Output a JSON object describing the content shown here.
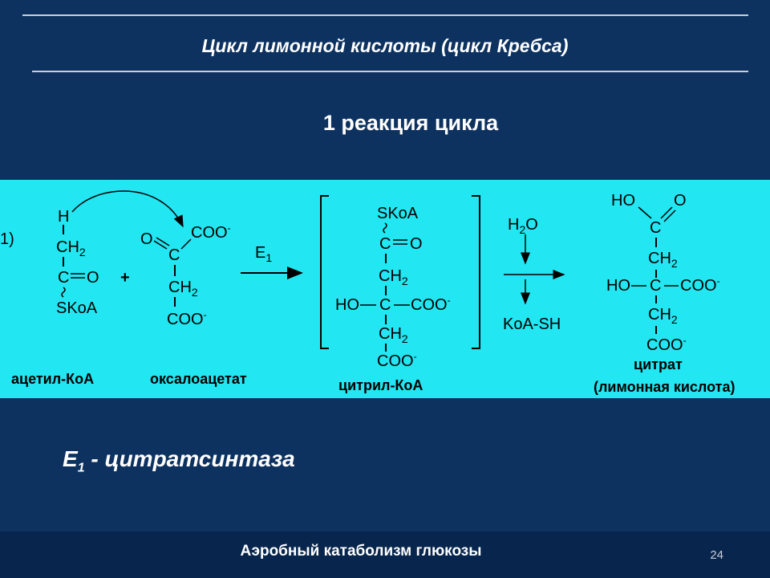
{
  "slide": {
    "title": "Цикл лимонной кислоты  (цикл Кребса)",
    "subtitle": "1 реакция цикла",
    "enzyme": {
      "symbol": "Е",
      "index": "1",
      "text": " - цитратсинтаза"
    },
    "footer": "Аэробный катаболизм глюкозы",
    "page_number": "24"
  },
  "reaction": {
    "number": "1)",
    "plus": "+",
    "enzyme_label": "E",
    "enzyme_index": "1",
    "reactant1": {
      "atoms": [
        "H",
        "CH",
        "2",
        "C",
        "O",
        "SKoA"
      ],
      "name": "ацетил-КоА"
    },
    "reactant2": {
      "atoms": [
        "O",
        "C",
        "COO",
        "-",
        "CH",
        "2",
        "COO",
        "-"
      ],
      "name": "оксалоацетат"
    },
    "intermediate": {
      "atoms": [
        "SKoA",
        "C",
        "O",
        "CH",
        "2",
        "HO",
        "C",
        "COO",
        "-",
        "CH",
        "2",
        "COO",
        "-"
      ],
      "name": "цитрил-КоА"
    },
    "water": {
      "h": "H",
      "sub": "2",
      "o": "O"
    },
    "released": "KoA-SH",
    "product": {
      "atoms": [
        "HO",
        "O",
        "C",
        "CH",
        "2",
        "HO",
        "C",
        "COO",
        "-",
        "CH",
        "2",
        "COO",
        "-"
      ],
      "name": "цитрат",
      "alt_name": "(лимонная кислота)"
    }
  }
}
